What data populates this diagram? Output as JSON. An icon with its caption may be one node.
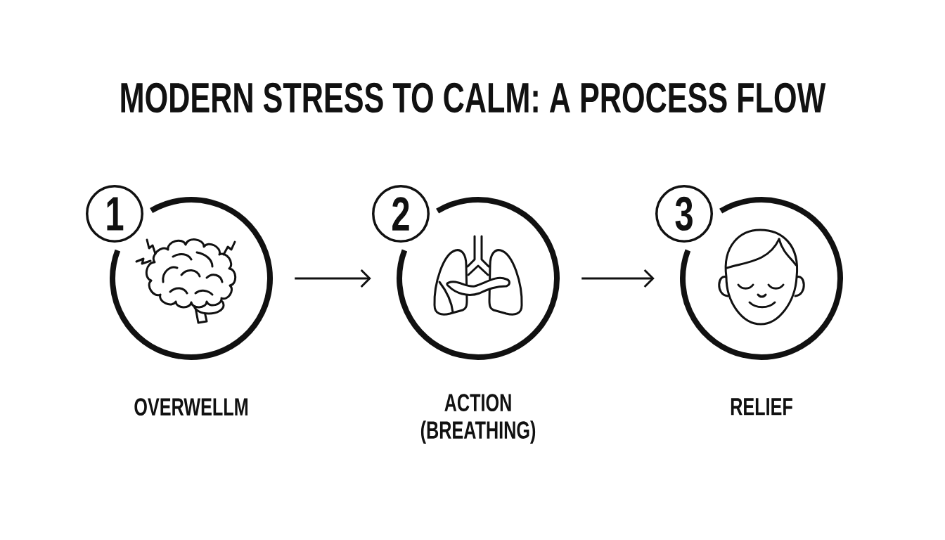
{
  "diagram": {
    "title": "MODERN STRESS TO CALM: A PROCESS FLOW",
    "nodes": [
      {
        "text": [
          "1"
        ]
      },
      {
        "text": [],
        "shape": "circle",
        "beside": [
          "OVERWELLM"
        ]
      },
      {
        "text": [
          "2"
        ]
      },
      {
        "text": [],
        "shape": "circle",
        "beside": [
          "ACTION (BREATHING)"
        ]
      },
      {
        "text": [
          "3"
        ]
      },
      {
        "text": [],
        "shape": "circle",
        "beside": [
          "RELIEF"
        ]
      }
    ],
    "edges": [
      {
        "from": 1,
        "to": 3,
        "arrow": "to"
      },
      {
        "from": 3,
        "to": 5,
        "arrow": "to"
      }
    ]
  }
}
